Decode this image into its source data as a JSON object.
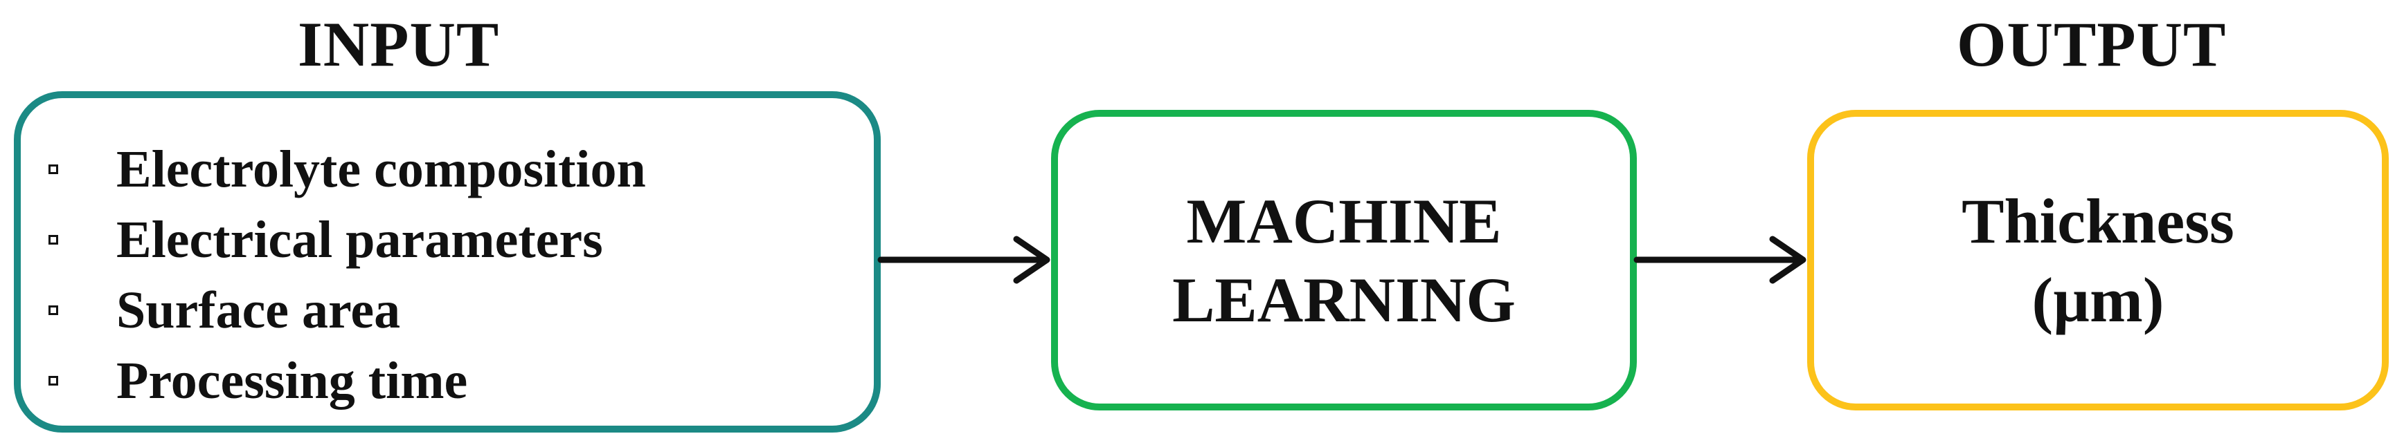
{
  "headings": {
    "input": "INPUT",
    "output": "OUTPUT"
  },
  "input_box": {
    "items": [
      {
        "label": "Electrolyte composition"
      },
      {
        "label": "Electrical parameters"
      },
      {
        "label": "Surface area"
      },
      {
        "label": "Processing time"
      }
    ]
  },
  "process_box": {
    "line1": "MACHINE",
    "line2": "LEARNING"
  },
  "output_box": {
    "line1": "Thickness",
    "line2": "(µm)"
  },
  "colors": {
    "input_border": "#1b8a85",
    "process_border": "#16b24f",
    "output_border": "#fcc21a",
    "arrow": "#111111",
    "text": "#111111"
  }
}
